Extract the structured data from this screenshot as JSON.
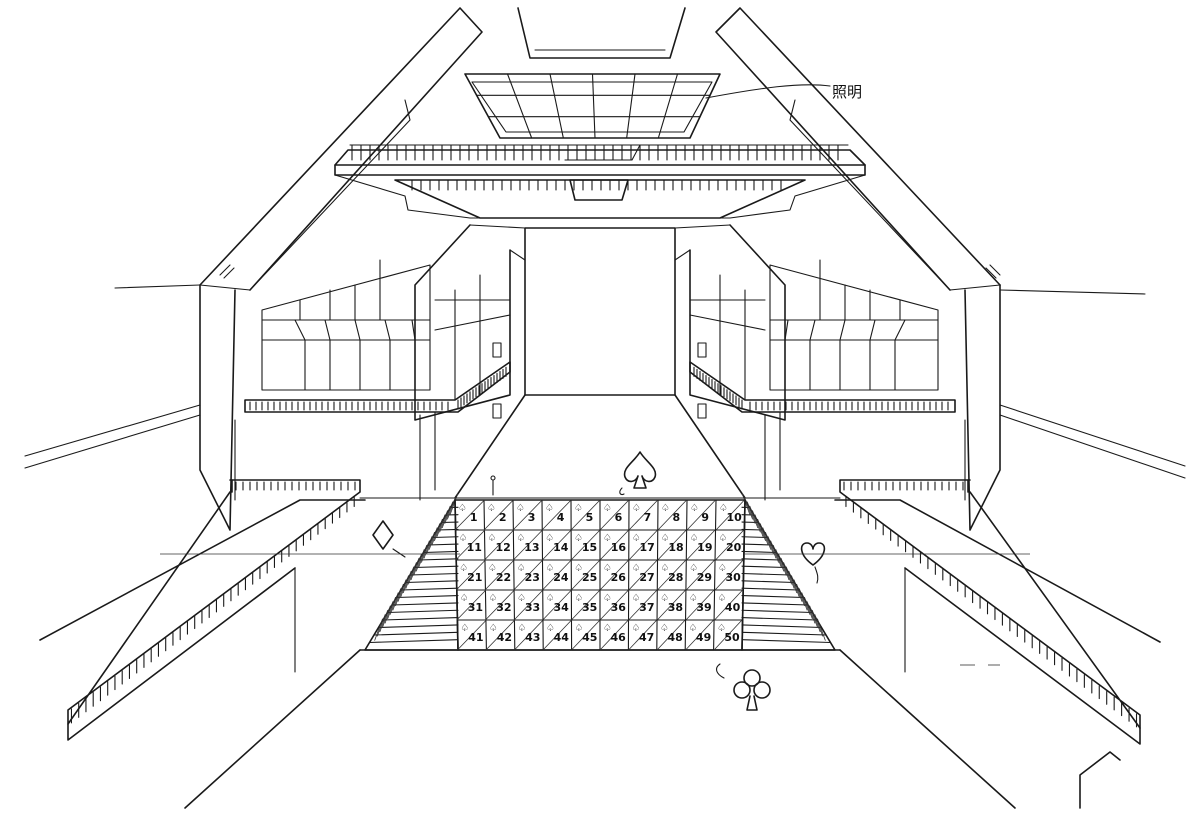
{
  "annotation": {
    "label": "照明"
  },
  "grid": {
    "rows": [
      [
        "1",
        "2",
        "3",
        "4",
        "5",
        "6",
        "7",
        "8",
        "9",
        "10"
      ],
      [
        "11",
        "12",
        "13",
        "14",
        "15",
        "16",
        "17",
        "18",
        "19",
        "20"
      ],
      [
        "21",
        "22",
        "23",
        "24",
        "25",
        "26",
        "27",
        "28",
        "29",
        "30"
      ],
      [
        "31",
        "32",
        "33",
        "34",
        "35",
        "36",
        "37",
        "38",
        "39",
        "40"
      ],
      [
        "41",
        "42",
        "43",
        "44",
        "45",
        "46",
        "47",
        "48",
        "49",
        "50"
      ]
    ]
  },
  "suits": [
    "spade-icon",
    "diamond-icon",
    "heart-icon",
    "club-icon"
  ],
  "colors": {
    "ink": "#1a1a1a",
    "paper": "#ffffff"
  }
}
